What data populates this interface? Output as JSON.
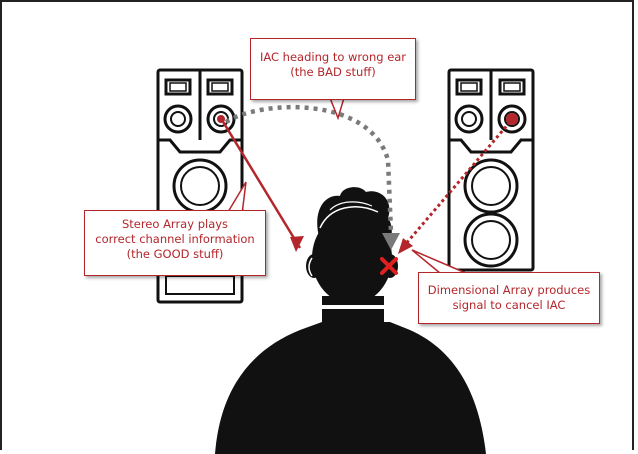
{
  "colors": {
    "accent": "#b3262b",
    "ink": "#111111",
    "arrow_gray": "#7a7a7a"
  },
  "callouts": {
    "iac": {
      "line1": "IAC heading to wrong ear",
      "line2": "(the BAD stuff)"
    },
    "stereo": {
      "line1": "Stereo Array plays",
      "line2": "correct channel information",
      "line3": "(the GOOD stuff)"
    },
    "dimensional": {
      "line1": "Dimensional Array produces",
      "line2": "signal to cancel IAC"
    }
  },
  "icons": {
    "cancel_marker": "red-x-icon"
  }
}
